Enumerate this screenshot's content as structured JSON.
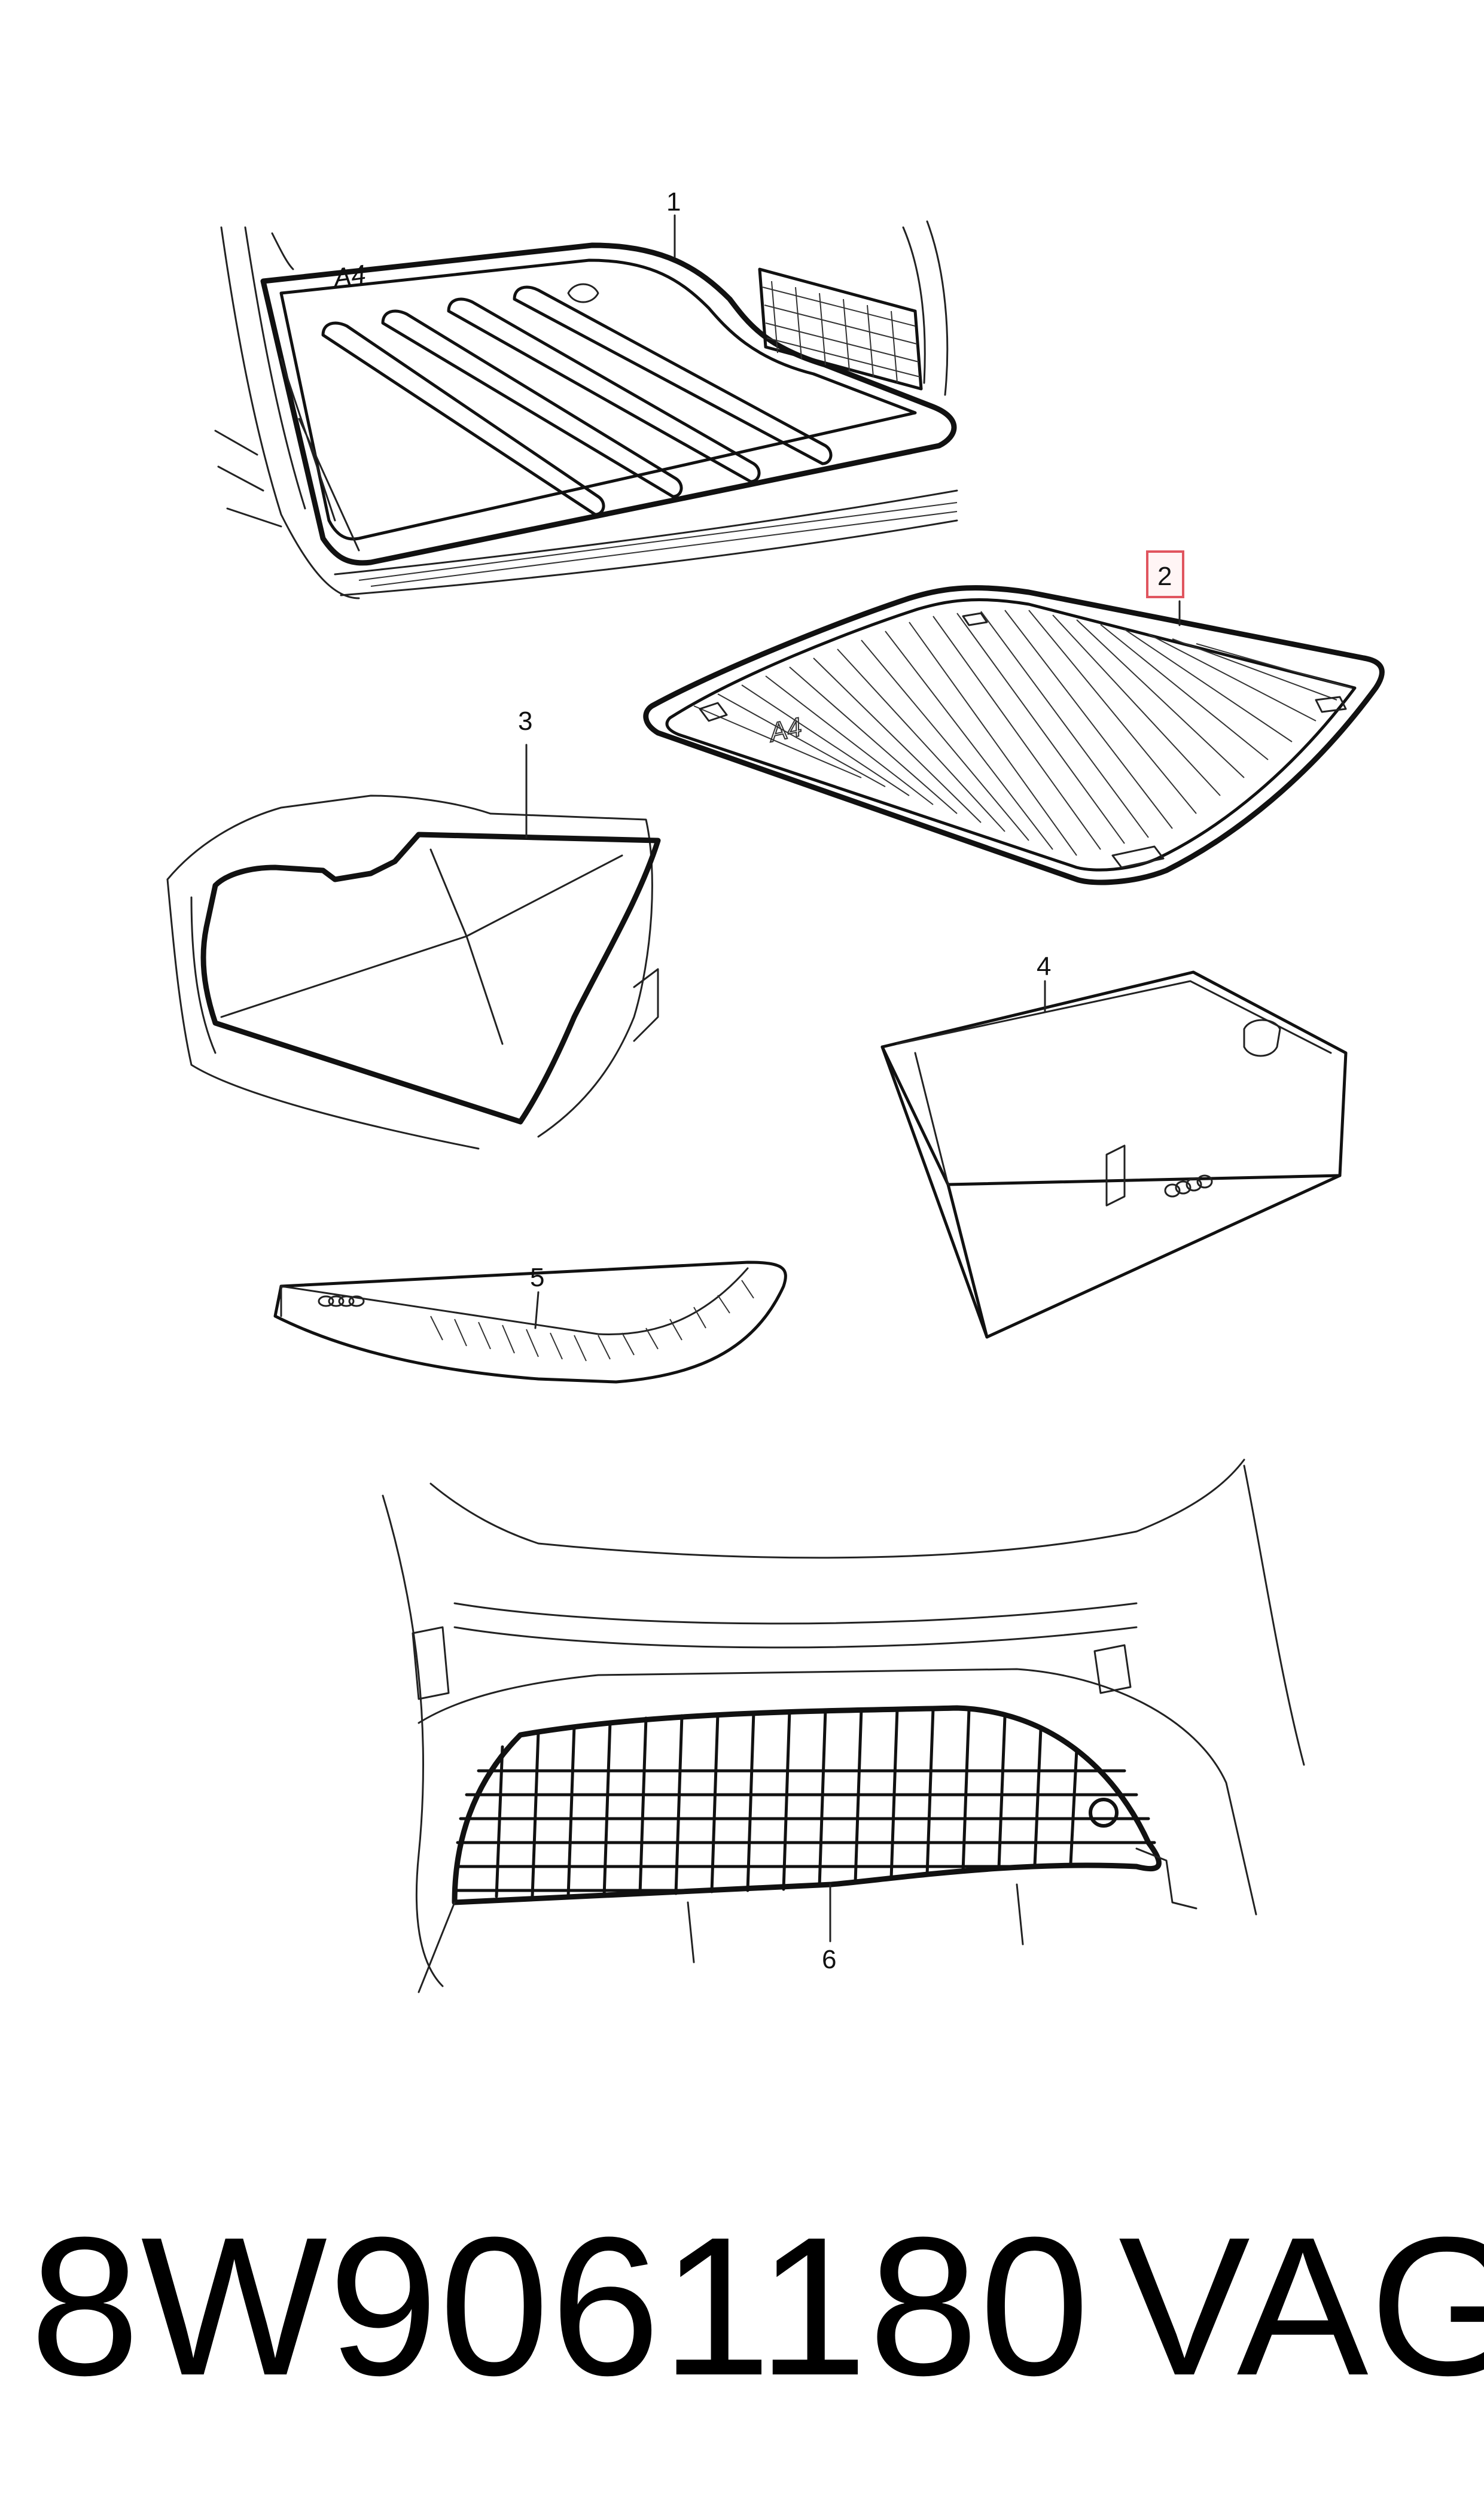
{
  "callouts": {
    "part1": "1",
    "part2": "2",
    "part3": "3",
    "part4": "4",
    "part5": "5",
    "part6": "6"
  },
  "highlight_color": "#e0555f",
  "tray_lettering": "A4",
  "footer": {
    "part_number": "8W9061180",
    "brand": "VAG"
  }
}
